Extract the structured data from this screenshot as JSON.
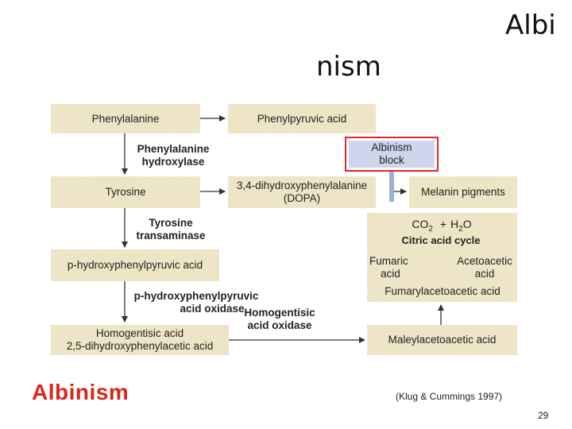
{
  "title": {
    "part1": "Albi",
    "part2": "nism"
  },
  "diagram": {
    "phenylalanine": "Phenylalanine",
    "phenylpyruvic_acid": "Phenylpyruvic acid",
    "albinism_block": {
      "line1": "Albinism",
      "line2": "block"
    },
    "tyrosine": "Tyrosine",
    "dopa": {
      "line1": "3,4-dihydroxyphenylalanine",
      "line2": "(DOPA)"
    },
    "melanin": "Melanin pigments",
    "enzyme_pah": {
      "line1": "Phenylalanine",
      "line2": "hydroxylase"
    },
    "enzyme_tat": {
      "line1": "Tyrosine",
      "line2": "transaminase"
    },
    "p_hppa": "p-hydroxyphenylpyruvic acid",
    "enzyme_hppd": {
      "line1": "p-hydroxyphenylpyruvic",
      "line2": "acid oxidase"
    },
    "enzyme_hgo": {
      "line1": "Homogentisic",
      "line2": "acid oxidase"
    },
    "homogentisic": {
      "line1": "Homogentisic acid",
      "line2": "2,5-dihydroxyphenylacetic acid"
    },
    "maleylacetoacetic": "Maleylacetoacetic acid",
    "cycle": {
      "co2": "CO",
      "co2_sub": "2",
      "plus": "+",
      "h2o_h": "H",
      "h2o_sub": "2",
      "h2o_o": "O",
      "name": "Citric acid cycle",
      "fumaric": {
        "line1": "Fumaric",
        "line2": "acid"
      },
      "acetoacetic": {
        "line1": "Acetoacetic",
        "line2": "acid"
      },
      "fumarylacetoacetic": "Fumarylacetoacetic acid"
    }
  },
  "footer": {
    "title": "Albinism",
    "citation": "(Klug & Cummings 1997)",
    "page": "29"
  },
  "colors": {
    "box": "#ece3c2",
    "block_border": "#e0262a",
    "block_fill": "#cdd6ea",
    "footer_title": "#d9251c"
  }
}
